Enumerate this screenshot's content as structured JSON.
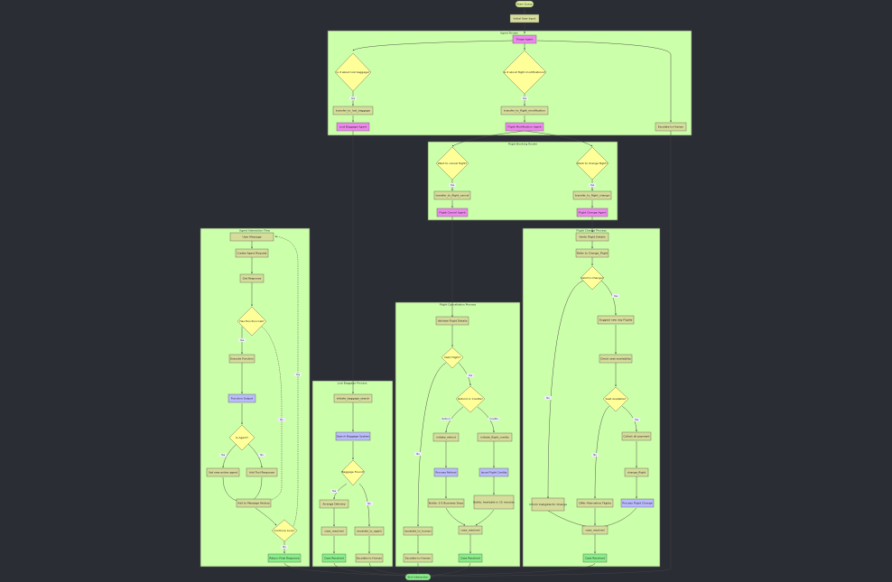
{
  "clusters": {
    "agent_router": "Agent Router",
    "flight_booking": "Flight Booking Router",
    "agent_interaction": "Agent Interaction Flow",
    "lost_baggage": "Lost Baggage Process",
    "cancellation": "Flight Cancellation Process",
    "change": "Flight Change Process"
  },
  "nodes": {
    "start": "Start Query",
    "initial_msg": "Initial User Input",
    "triage": "Triage Agent",
    "q_baggage": "Is it about lost baggage?",
    "q_flight": "Is it about flight modifications?",
    "transfer_baggage": "transfer_to_lost_baggage",
    "transfer_flight_mod": "transfer_to_flight_modification",
    "transfer_human": "Escalate to Human",
    "lost_baggage_agent": "Lost Baggage Agent",
    "flight_mod_agent": "Flight Modification Agent",
    "q_cancel": "Want to cancel flight?",
    "q_change": "Want to change flight?",
    "transfer_cancel": "transfer_to_flight_cancel",
    "transfer_change": "transfer_to_flight_change",
    "cancel_agent": "Flight Cancel Agent",
    "change_agent": "Flight Change Agent",
    "ai_start": "User Message",
    "ai_request": "Create Agent Request",
    "ai_get_response": "Get Response",
    "ai_q_func": "Has Function Call?",
    "ai_exec": "Execute Function",
    "ai_output": "Function Output",
    "ai_q_agent": "Is Agent?",
    "ai_switch": "Set new active agent",
    "ai_add_resp": "Add Tool Response",
    "ai_update": "Add to Message History",
    "ai_q_continue": "Continue Loop?",
    "ai_return": "Return Final Response",
    "lb_init": "initiate_baggage_search",
    "lb_ui": "Search Baggage System",
    "lb_q_found": "Baggage Found?",
    "lb_arrange": "Arrange Delivery",
    "lb_case": "case_resolved",
    "lb_escalate": "escalate_to_agent",
    "lb_end": "Case Resolved",
    "lb_end2": "Escalate to Human",
    "fc_validate": "Validate Flight Details",
    "fc_q_eligible": "Valid Flight?",
    "fc_q_refund": "Refund or Credits?",
    "fc_refund": "initiate_refund",
    "fc_credit": "initiate_flight_credits",
    "fc_ui_refund": "Process Refund",
    "fc_ui_credit": "Issue Flight Credits",
    "fc_notify_refund": "Notify: 3-5 Business Days",
    "fc_notify_credit": "Notify: Available in 15 minutes",
    "fc_case": "case_resolved",
    "fc_escalate": "escalate_to_human",
    "fc_end": "Case Resolved",
    "fc_end2": "Escalate to Human",
    "ch_verify": "Verify Flight Details",
    "ch_policy": "Refer to Change_Flight",
    "ch_q_policy": "Valid to Change?",
    "ch_suggest": "Suggest new day Flights",
    "ch_availability": "Check seat availability",
    "ch_q_seat": "Seat Available?",
    "ch_confirm": "Collect all payment",
    "ch_change": "change_flight",
    "ch_ui": "Process Flight Change",
    "ch_alt": "Offer Alternative Flights",
    "ch_deny": "Inform Ineligible for Change",
    "ch_case": "case_resolved",
    "ch_end": "Case Resolved",
    "end": "End Interaction"
  },
  "edge_labels": {
    "yes": "Yes",
    "no": "No",
    "refund": "Refund",
    "credits": "Credits"
  }
}
